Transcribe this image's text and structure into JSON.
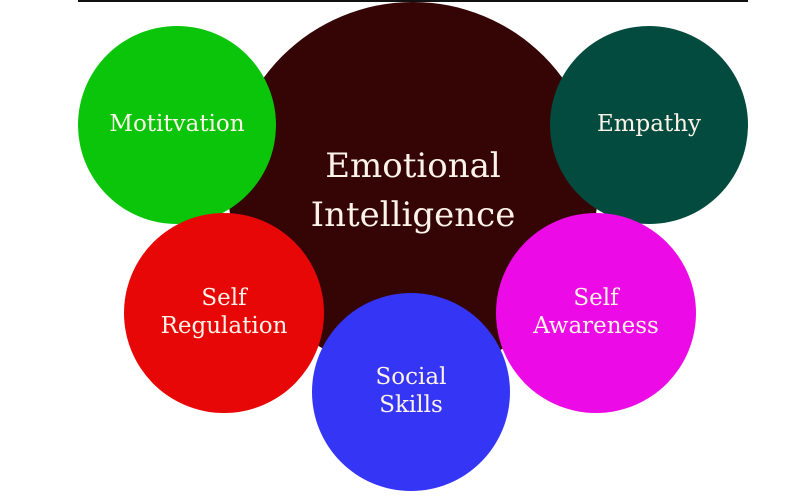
{
  "center": {
    "lines": [
      "Emotional",
      "Intelligence"
    ],
    "color": "#350505"
  },
  "circles": [
    {
      "key": "motivation",
      "lines": [
        "Motitvation"
      ],
      "color": "#0ac50a"
    },
    {
      "key": "empathy",
      "lines": [
        "Empathy"
      ],
      "color": "#044b3f"
    },
    {
      "key": "self_regulation",
      "lines": [
        "Self",
        "Regulation"
      ],
      "color": "#e80707"
    },
    {
      "key": "self_awareness",
      "lines": [
        "Self",
        "Awareness"
      ],
      "color": "#ec0be6"
    },
    {
      "key": "social_skills",
      "lines": [
        "Social",
        "Skills"
      ],
      "color": "#3535f5"
    }
  ],
  "text_color": "#fdf3e8"
}
